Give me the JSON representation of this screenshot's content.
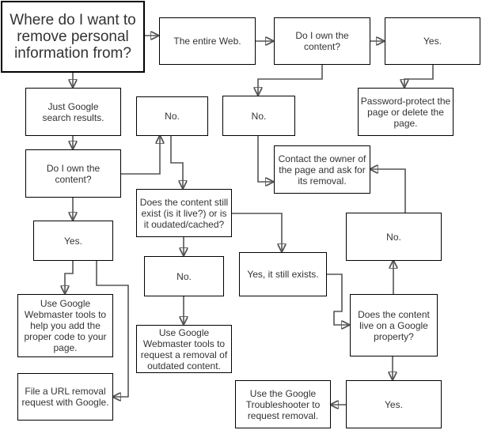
{
  "nodes": {
    "start": "Where do I want to remove personal information from?",
    "entire_web": "The entire Web.",
    "own_content_web": "Do I own the content?",
    "yes_web": "Yes.",
    "password_protect": "Password-protect the page or delete the page.",
    "no_web": "No.",
    "contact_owner": "Contact the owner of the page and ask for its removal.",
    "just_google": "Just Google search results.",
    "no_google_mid": "No.",
    "own_content_google": "Do I own the content?",
    "still_exist": "Does the content still exist (is it live?) or is it oudated/cached?",
    "yes_google": "Yes.",
    "no_outdated": "No.",
    "yes_still_exists": "Yes, it still exists.",
    "webmaster_code": "Use Google Webmaster tools to help you add the proper code to your page.",
    "webmaster_outdated": "Use Google Webmaster tools to request a removal of outdated content.",
    "url_removal": "File a URL removal request with Google.",
    "google_property": "Does the content live on a Google property?",
    "no_property": "No.",
    "yes_property": "Yes.",
    "troubleshooter": "Use the Google Troubleshooter to request removal."
  },
  "colors": {
    "border": "#000000",
    "connector": "#555555",
    "text": "#333333",
    "background": "#ffffff"
  }
}
